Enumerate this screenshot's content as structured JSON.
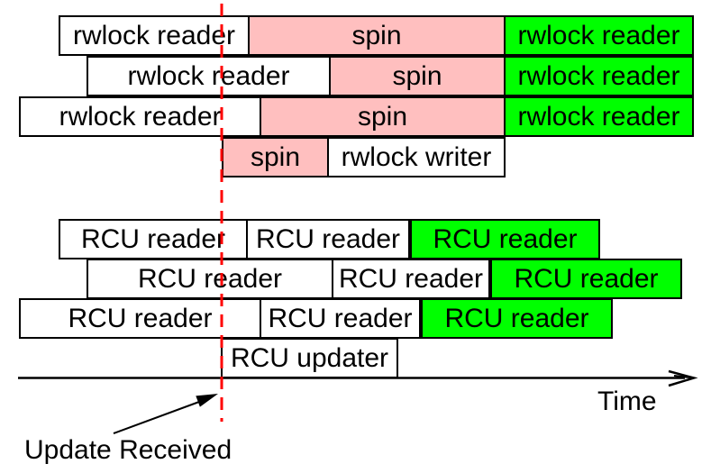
{
  "colors": {
    "spin_fill": "#ffbfbf",
    "post_update_fill": "#00ff00",
    "normal_fill": "#ffffff",
    "border": "#000000",
    "update_marker": "#ff0000"
  },
  "rwlock_section": {
    "rows": [
      {
        "cells": [
          {
            "text": "rwlock reader",
            "state": "running"
          },
          {
            "text": "spin",
            "state": "spinning"
          },
          {
            "text": "rwlock reader",
            "state": "post-update"
          }
        ]
      },
      {
        "cells": [
          {
            "text": "rwlock reader",
            "state": "running"
          },
          {
            "text": "spin",
            "state": "spinning"
          },
          {
            "text": "rwlock reader",
            "state": "post-update"
          }
        ]
      },
      {
        "cells": [
          {
            "text": "rwlock reader",
            "state": "running"
          },
          {
            "text": "spin",
            "state": "spinning"
          },
          {
            "text": "rwlock reader",
            "state": "post-update"
          }
        ]
      },
      {
        "cells": [
          {
            "text": "spin",
            "state": "spinning"
          },
          {
            "text": "rwlock writer",
            "state": "running"
          }
        ]
      }
    ]
  },
  "rcu_section": {
    "rows": [
      {
        "cells": [
          {
            "text": "RCU reader",
            "state": "running"
          },
          {
            "text": "RCU reader",
            "state": "running"
          },
          {
            "text": "RCU reader",
            "state": "post-update"
          }
        ]
      },
      {
        "cells": [
          {
            "text": "RCU reader",
            "state": "running"
          },
          {
            "text": "RCU reader",
            "state": "running"
          },
          {
            "text": "RCU reader",
            "state": "post-update"
          }
        ]
      },
      {
        "cells": [
          {
            "text": "RCU reader",
            "state": "running"
          },
          {
            "text": "RCU reader",
            "state": "running"
          },
          {
            "text": "RCU reader",
            "state": "post-update"
          }
        ]
      },
      {
        "cells": [
          {
            "text": "RCU updater",
            "state": "running"
          }
        ]
      }
    ]
  },
  "axis": {
    "label": "Time",
    "arrowhead_icon": "right-arrow"
  },
  "annotation": {
    "text": "Update Received",
    "arrowhead_icon": "filled-arrow",
    "marker": "red-dashed-vertical-line"
  }
}
